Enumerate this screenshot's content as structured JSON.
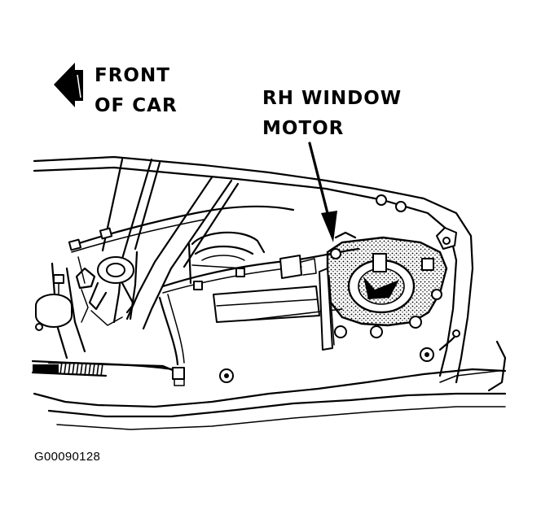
{
  "labels": {
    "front_line1": "FRONT",
    "front_line2": "OF CAR",
    "motor_line1": "RH WINDOW",
    "motor_line2": "MOTOR"
  },
  "figure_id": "G00090128",
  "colors": {
    "ink": "#000000",
    "paper": "#ffffff"
  }
}
